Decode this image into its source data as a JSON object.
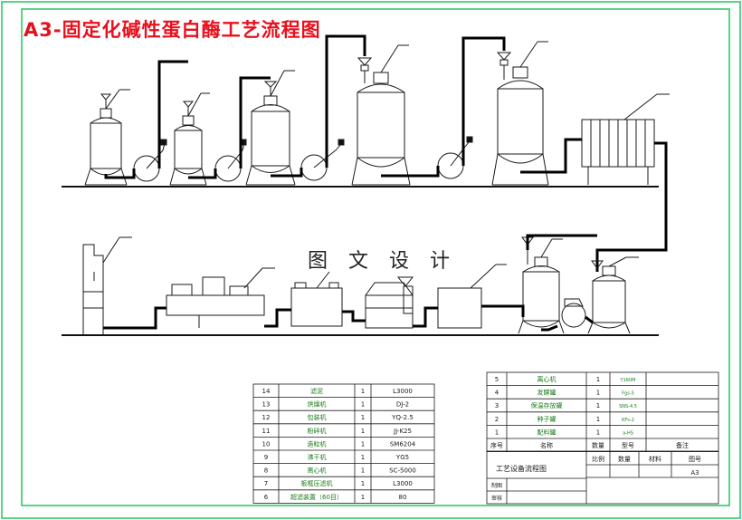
{
  "title": "A3-固定化碱性蛋白酶工艺流程图",
  "watermark": "图 文 设 计",
  "colors": {
    "border": "#22c55e",
    "title": "#e8101d",
    "pipe": "#000000",
    "equipment": "#1a1a1a",
    "table_text": "#1a7a1a"
  },
  "parts_table_left": [
    {
      "no": "14",
      "name": "滤泥",
      "qty": "1",
      "model": "L3000"
    },
    {
      "no": "13",
      "name": "烘燥机",
      "qty": "1",
      "model": "DJ-2"
    },
    {
      "no": "12",
      "name": "包装机",
      "qty": "1",
      "model": "YQ-2.5"
    },
    {
      "no": "11",
      "name": "粉碎机",
      "qty": "1",
      "model": "JJ-K25"
    },
    {
      "no": "10",
      "name": "造粒机",
      "qty": "1",
      "model": "SM6204"
    },
    {
      "no": "9",
      "name": "沸干机",
      "qty": "1",
      "model": "YG5"
    },
    {
      "no": "8",
      "name": "离心机",
      "qty": "1",
      "model": "SC-5000"
    },
    {
      "no": "7",
      "name": "板框压滤机",
      "qty": "1",
      "model": "L3000"
    },
    {
      "no": "6",
      "name": "超滤装置（60目）",
      "qty": "1",
      "model": "80"
    }
  ],
  "parts_table_right": [
    {
      "no": "5",
      "name": "离心机",
      "qty": "1",
      "model": "Y160M"
    },
    {
      "no": "4",
      "name": "发酵罐",
      "qty": "1",
      "model": "Fgs-5"
    },
    {
      "no": "3",
      "name": "保温存放罐",
      "qty": "1",
      "model": "SNS-4.5"
    },
    {
      "no": "2",
      "name": "种子罐",
      "qty": "1",
      "model": "KFs-2"
    },
    {
      "no": "1",
      "name": "配料罐",
      "qty": "1",
      "model": "a-HS"
    }
  ],
  "parts_header": {
    "no": "序号",
    "name": "名称",
    "qty": "数量",
    "model": "型号",
    "note": "备注"
  },
  "title_block": {
    "drawing_name": "工艺设备流程图",
    "cells": [
      "比例",
      "数量",
      "材料",
      "图号"
    ],
    "size": "A3",
    "drawn": "制图",
    "checked": "审核"
  }
}
